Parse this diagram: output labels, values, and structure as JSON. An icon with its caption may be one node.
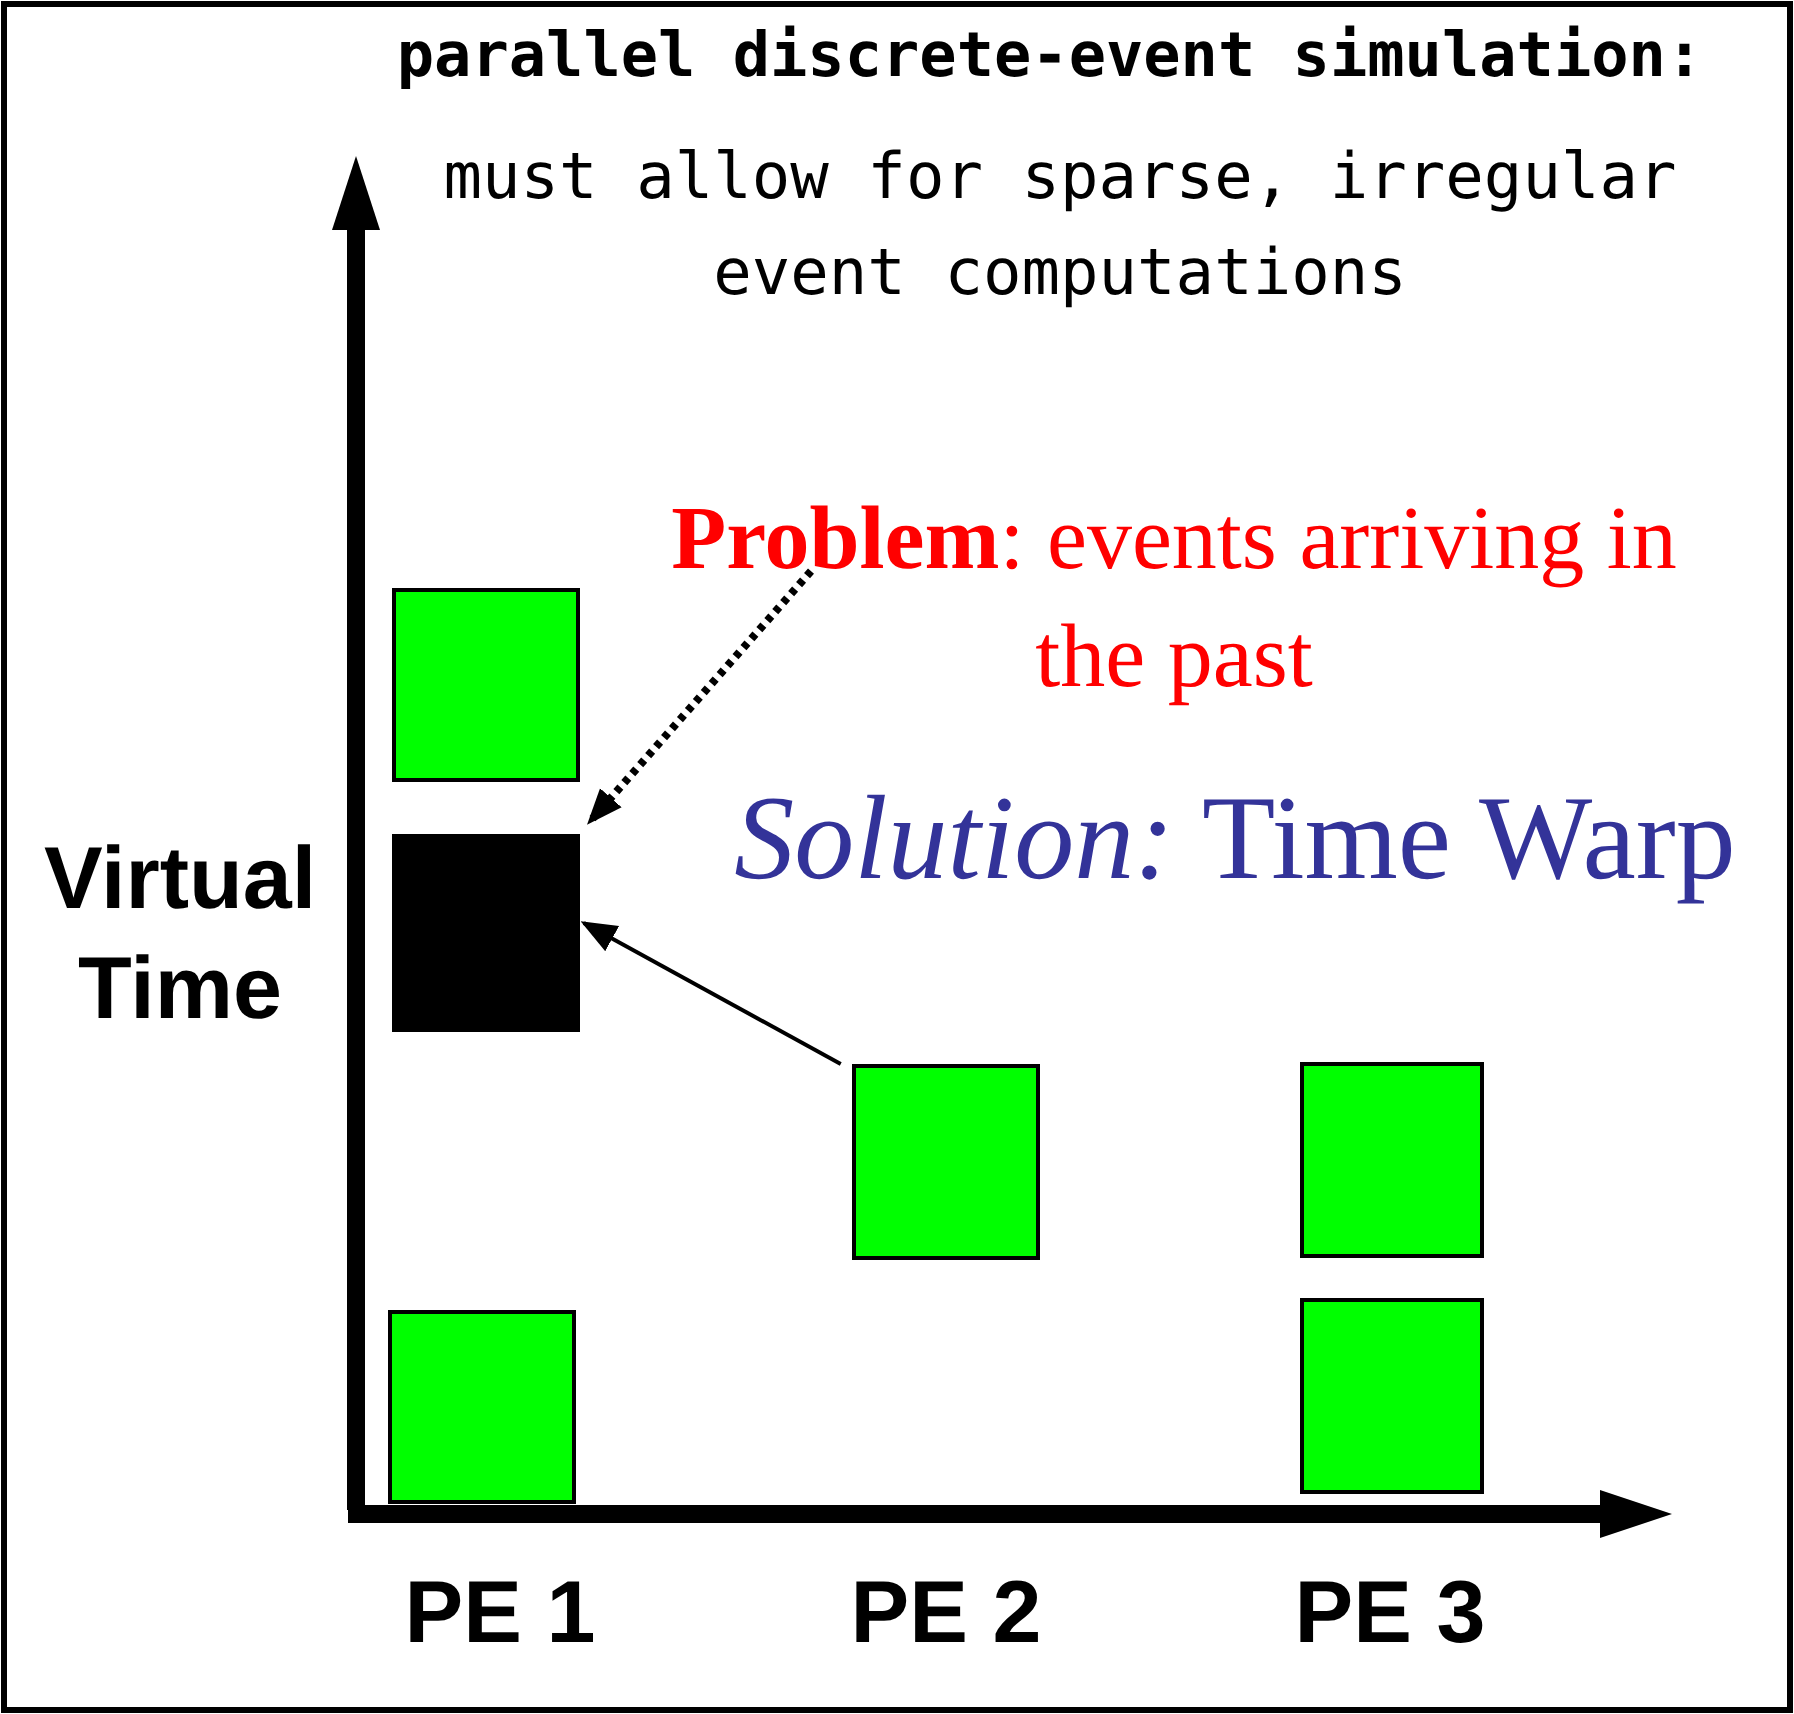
{
  "diagram": {
    "title": "parallel discrete-event simulation:",
    "nodes": [
      {
        "text": [
          "**Problem**: events arriving in the past"
        ]
      },
      {
        "text": [],
        "shape": "box"
      },
      {
        "text": [],
        "shape": "box"
      },
      {
        "text": [],
        "shape": "box"
      },
      {
        "text": [],
        "shape": "box"
      },
      {
        "text": [],
        "shape": "box"
      },
      {
        "text": [],
        "shape": "box"
      }
    ],
    "edges": [
      {
        "from": 0,
        "to": 2,
        "arrow": "to",
        "style": "dashed"
      },
      {
        "from": 3,
        "to": 2,
        "arrow": "to"
      }
    ],
    "labels": [
      "must allow for sparse, irregular event computations",
      "*Solution:* Time Warp",
      "Virtual Time",
      "PE 1",
      "PE 2",
      "PE 3"
    ]
  }
}
